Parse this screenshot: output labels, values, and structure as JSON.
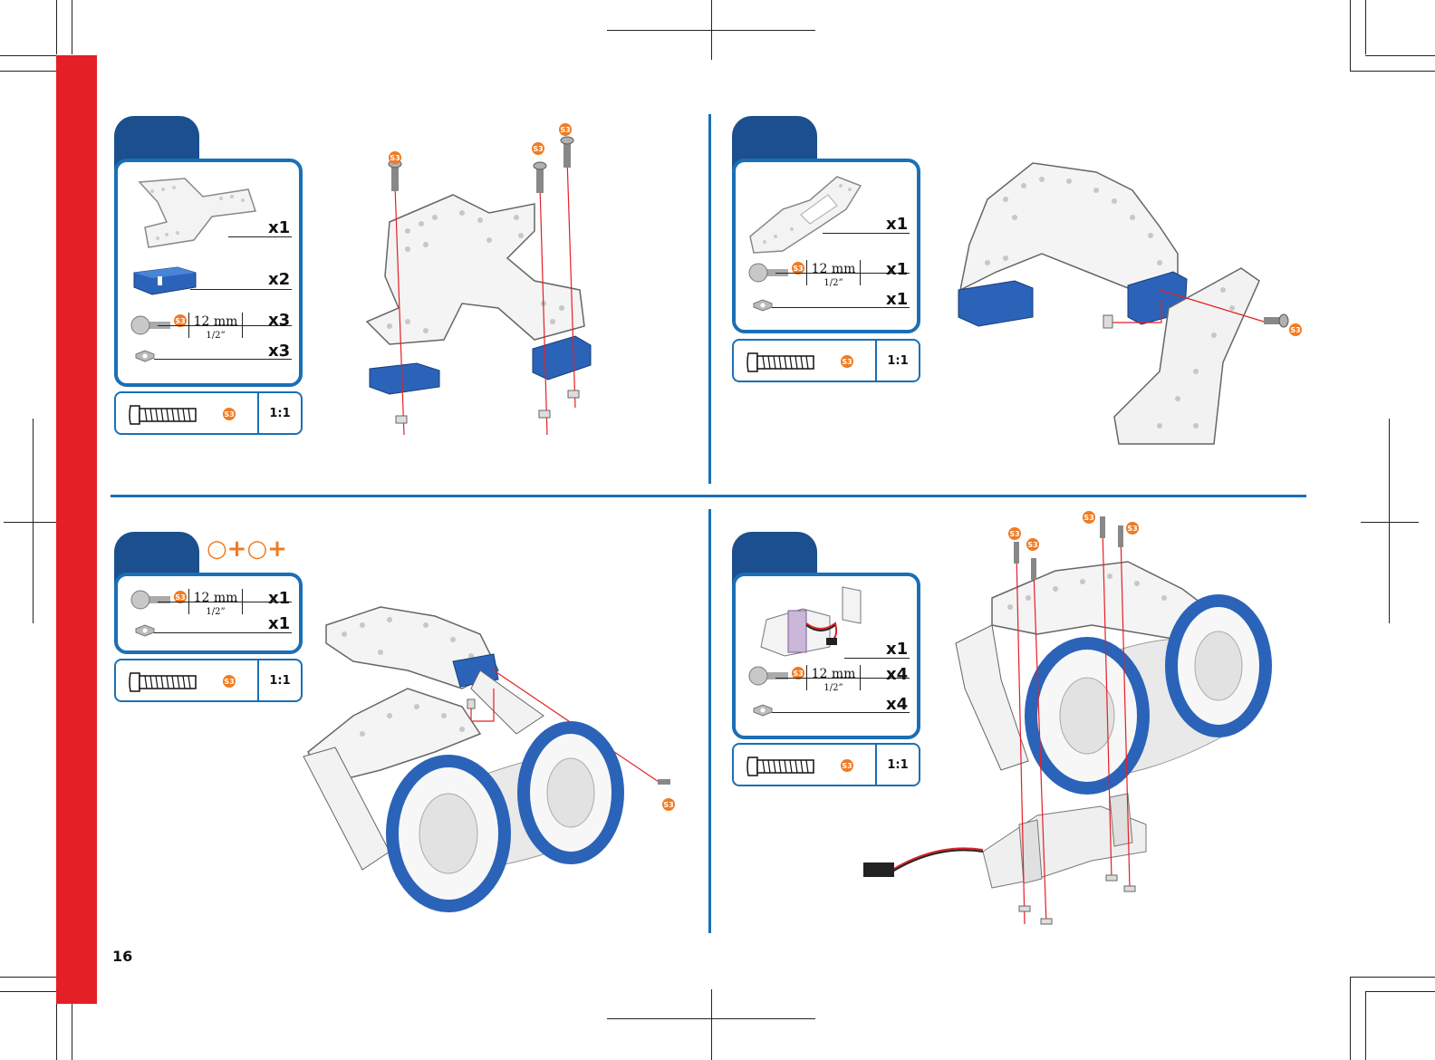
{
  "page_number": "16",
  "colors": {
    "accent_red": "#e51f26",
    "accent_blue": "#1a6fb5",
    "tab_blue": "#1b4f8e",
    "screw_badge": "#f07b22"
  },
  "screw_code": "S3",
  "scale_ratio": "1:1",
  "screw_length": {
    "mm": "12 mm",
    "inch": "1/2”"
  },
  "steps": [
    {
      "parts": [
        {
          "name": "plate",
          "qty": "x1"
        },
        {
          "name": "blue-bracket",
          "qty": "x2"
        },
        {
          "name": "screw",
          "qty": "x3"
        },
        {
          "name": "nut",
          "qty": "x3"
        }
      ]
    },
    {
      "parts": [
        {
          "name": "plate",
          "qty": "x1"
        },
        {
          "name": "screw",
          "qty": "x1"
        },
        {
          "name": "nut",
          "qty": "x1"
        }
      ]
    },
    {
      "combine_symbol": "○+○+",
      "parts": [
        {
          "name": "screw",
          "qty": "x1"
        },
        {
          "name": "nut",
          "qty": "x1"
        }
      ]
    },
    {
      "parts": [
        {
          "name": "servo-assembly",
          "qty": "x1"
        },
        {
          "name": "screw",
          "qty": "x4"
        },
        {
          "name": "nut",
          "qty": "x4"
        }
      ]
    }
  ]
}
